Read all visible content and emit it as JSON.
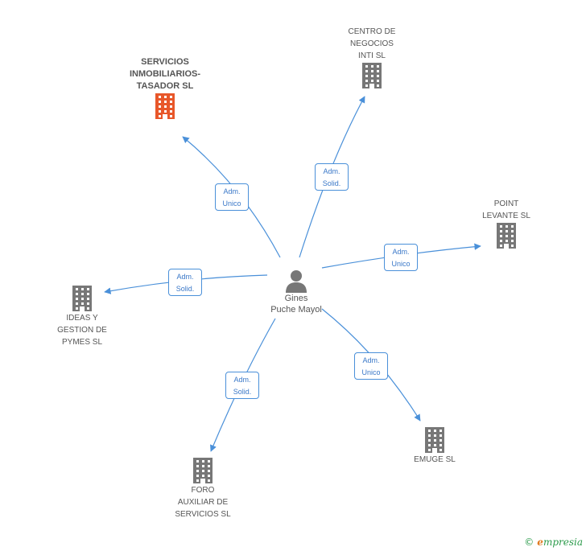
{
  "center": {
    "name": "Gines\nPuche Mayol",
    "icon": "person-icon"
  },
  "companies": [
    {
      "id": "servicios",
      "name": "SERVICIOS\nINMOBILIARIOS-\nTASADOR SL",
      "color": "#e8572a",
      "highlight": true
    },
    {
      "id": "centro",
      "name": "CENTRO DE\nNEGOCIOS\nINTI  SL",
      "color": "#777777"
    },
    {
      "id": "point",
      "name": "POINT\nLEVANTE SL",
      "color": "#777777"
    },
    {
      "id": "ideas",
      "name": "IDEAS Y\nGESTION DE\nPYMES SL",
      "color": "#777777"
    },
    {
      "id": "emuge",
      "name": "EMUGE SL",
      "color": "#777777"
    },
    {
      "id": "foro",
      "name": "FORO\nAUXILIAR DE\nSERVICIOS SL",
      "color": "#777777"
    }
  ],
  "relations": [
    {
      "to": "servicios",
      "label": "Adm.\nUnico"
    },
    {
      "to": "centro",
      "label": "Adm.\nSolid."
    },
    {
      "to": "point",
      "label": "Adm.\nUnico"
    },
    {
      "to": "ideas",
      "label": "Adm.\nSolid."
    },
    {
      "to": "emuge",
      "label": "Adm.\nUnico"
    },
    {
      "to": "foro",
      "label": "Adm.\nSolid."
    }
  ],
  "colors": {
    "edge": "#4a90d9",
    "building": "#777777",
    "accent": "#e8572a"
  },
  "footer": {
    "copyright": "©",
    "brand_first": "e",
    "brand_rest": "mpresia"
  }
}
